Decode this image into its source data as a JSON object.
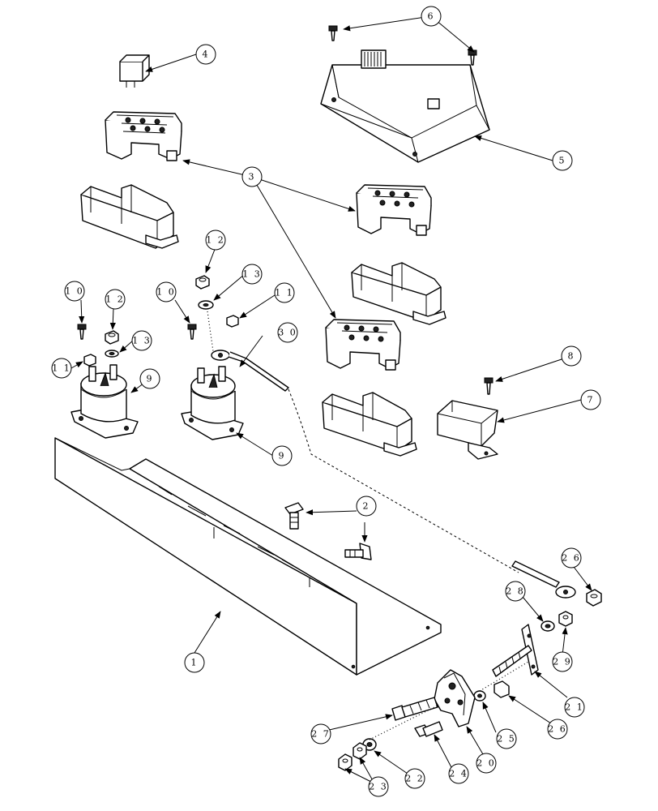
{
  "callouts": [
    "1",
    "2",
    "2",
    "3",
    "4",
    "5",
    "6",
    "7",
    "8",
    "9",
    "9",
    "1 0",
    "1 0",
    "1 1",
    "1 1",
    "1 2",
    "1 2",
    "1 3",
    "1 3",
    "2 0",
    "2 1",
    "2 2",
    "2 3",
    "2 4",
    "2 5",
    "2 6",
    "2 6",
    "2 7",
    "2 8",
    "2 9",
    "3 0"
  ]
}
